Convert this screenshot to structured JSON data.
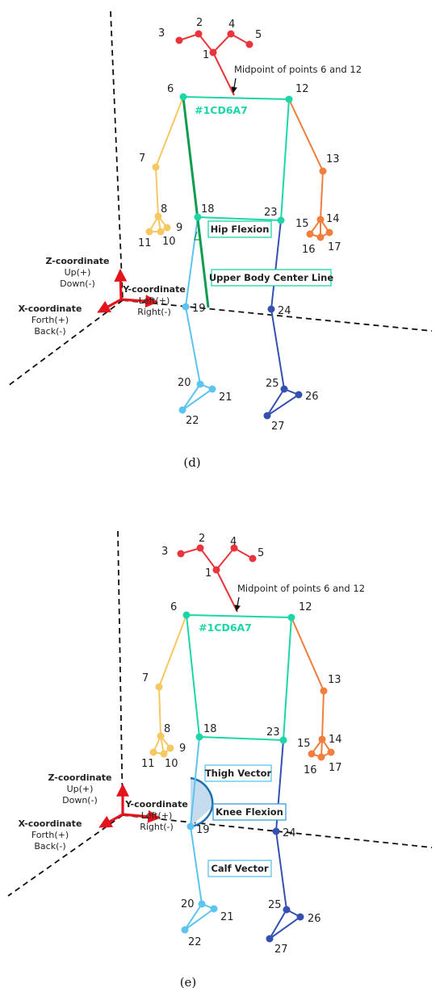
{
  "colors": {
    "head": "#e8343a",
    "left_arm": "#f5c862",
    "right_arm": "#f07e3c",
    "torso": "#1cd6a7",
    "left_leg": "#5cc4ef",
    "right_leg": "#3450b0",
    "center_line": "#0f9c4e",
    "axis_arrow": "#e3141b",
    "box_border": "#1cd6a7",
    "knee_box_border": "#3a9bd8",
    "angle_fill": "#c4dcee",
    "angle_stroke": "#1c6fb0"
  },
  "axes": {
    "z_title": "Z-coordinate",
    "z_pos": "Up(+)",
    "z_neg": "Down(-)",
    "y_title": "Y-coordinate",
    "y_pos": "Left(+)",
    "y_neg": "Right(-)",
    "x_title": "X-coordinate",
    "x_pos": "Forth(+)",
    "x_neg": "Back(-)"
  },
  "keypoint_labels": [
    "1",
    "2",
    "3",
    "4",
    "5",
    "6",
    "7",
    "8",
    "9",
    "10",
    "11",
    "12",
    "13",
    "14",
    "15",
    "16",
    "17",
    "18",
    "19",
    "20",
    "21",
    "22",
    "23",
    "24",
    "25",
    "26",
    "27"
  ],
  "midpoint_annotation": "Midpoint of points 6 and 12",
  "torso_color_label": "#1CD6A7",
  "panel_d": {
    "caption": "(d)",
    "hip_flexion_label": "Hip Flexion",
    "center_line_label": "Upper Body Center Line"
  },
  "panel_e": {
    "caption": "(e)",
    "thigh_label": "Thigh Vector",
    "knee_flexion_label": "Knee Flexion",
    "calf_label": "Calf Vector"
  }
}
